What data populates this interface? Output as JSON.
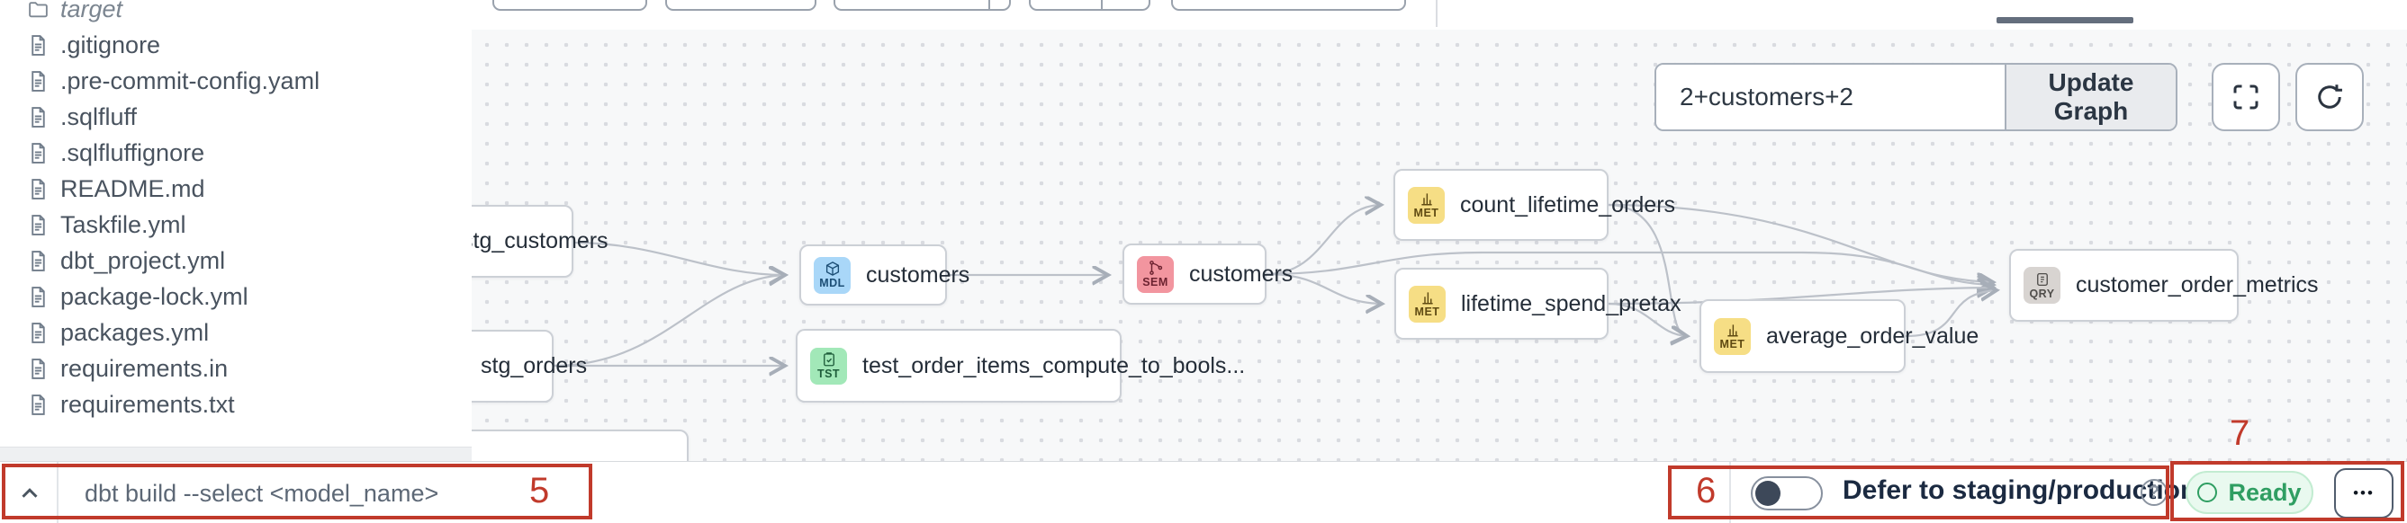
{
  "sidebar": {
    "items": [
      {
        "name": "target",
        "type": "folder"
      },
      {
        "name": ".gitignore",
        "type": "file"
      },
      {
        "name": ".pre-commit-config.yaml",
        "type": "file"
      },
      {
        "name": ".sqlfluff",
        "type": "file"
      },
      {
        "name": ".sqlfluffignore",
        "type": "file"
      },
      {
        "name": "README.md",
        "type": "file"
      },
      {
        "name": "Taskfile.yml",
        "type": "file"
      },
      {
        "name": "dbt_project.yml",
        "type": "file"
      },
      {
        "name": "package-lock.yml",
        "type": "file"
      },
      {
        "name": "packages.yml",
        "type": "file"
      },
      {
        "name": "requirements.in",
        "type": "file"
      },
      {
        "name": "requirements.txt",
        "type": "file"
      }
    ]
  },
  "toolbar": {
    "selector_value": "2+customers+2",
    "update_graph_label": "Update Graph"
  },
  "graph": {
    "nodes": [
      {
        "label": "stg_customers",
        "badge": "",
        "type": "model"
      },
      {
        "label": "stg_orders",
        "badge": "",
        "type": "model"
      },
      {
        "label": "customers",
        "badge": "MDL",
        "type": "model"
      },
      {
        "label": "test_order_items_compute_to_bools...",
        "badge": "TST",
        "type": "test"
      },
      {
        "label": "customers",
        "badge": "SEM",
        "type": "semantic-model"
      },
      {
        "label": "count_lifetime_orders",
        "badge": "MET",
        "type": "metric"
      },
      {
        "label": "lifetime_spend_pretax",
        "badge": "MET",
        "type": "metric"
      },
      {
        "label": "average_order_value",
        "badge": "MET",
        "type": "metric"
      },
      {
        "label": "customer_order_metrics",
        "badge": "QRY",
        "type": "saved-query"
      }
    ],
    "edges": [
      {
        "from": "stg_customers",
        "to": "customers (MDL)"
      },
      {
        "from": "stg_orders",
        "to": "customers (MDL)"
      },
      {
        "from": "stg_orders",
        "to": "test_order_items_compute_to_bools..."
      },
      {
        "from": "customers (MDL)",
        "to": "customers (SEM)"
      },
      {
        "from": "customers (SEM)",
        "to": "count_lifetime_orders"
      },
      {
        "from": "customers (SEM)",
        "to": "lifetime_spend_pretax"
      },
      {
        "from": "customers (SEM)",
        "to": "customer_order_metrics"
      },
      {
        "from": "count_lifetime_orders",
        "to": "average_order_value"
      },
      {
        "from": "lifetime_spend_pretax",
        "to": "average_order_value"
      },
      {
        "from": "count_lifetime_orders",
        "to": "customer_order_metrics"
      },
      {
        "from": "lifetime_spend_pretax",
        "to": "customer_order_metrics"
      },
      {
        "from": "average_order_value",
        "to": "customer_order_metrics"
      }
    ]
  },
  "bottom_bar": {
    "command_placeholder": "dbt build --select <model_name>",
    "defer_label": "Defer to staging/production",
    "status": "Ready",
    "more_label": "•••",
    "help_glyph": "?"
  },
  "annotations": [
    {
      "label": "5"
    },
    {
      "label": "6"
    },
    {
      "label": "7"
    }
  ],
  "icons": {
    "folder": "folder-icon",
    "file": "document-icon",
    "model": "cube-icon",
    "test": "clipboard-check-icon",
    "semantic": "branch-icon",
    "metric": "bar-chart-icon",
    "query": "query-file-icon",
    "fullscreen": "expand-icon",
    "refresh": "refresh-icon",
    "collapse": "chevron-up-icon",
    "help": "question-circle-icon",
    "status": "ready-ring-icon"
  },
  "colors": {
    "annotation_red": "#c13a2b",
    "status_green": "#2f9e62",
    "model_blue": "#a9d7f8",
    "test_green": "#a2e8b8",
    "semantic_pink": "#f2959f",
    "metric_yellow": "#f6de85",
    "query_gray": "#d8d4d1",
    "edge_gray": "#bcc1c9"
  }
}
